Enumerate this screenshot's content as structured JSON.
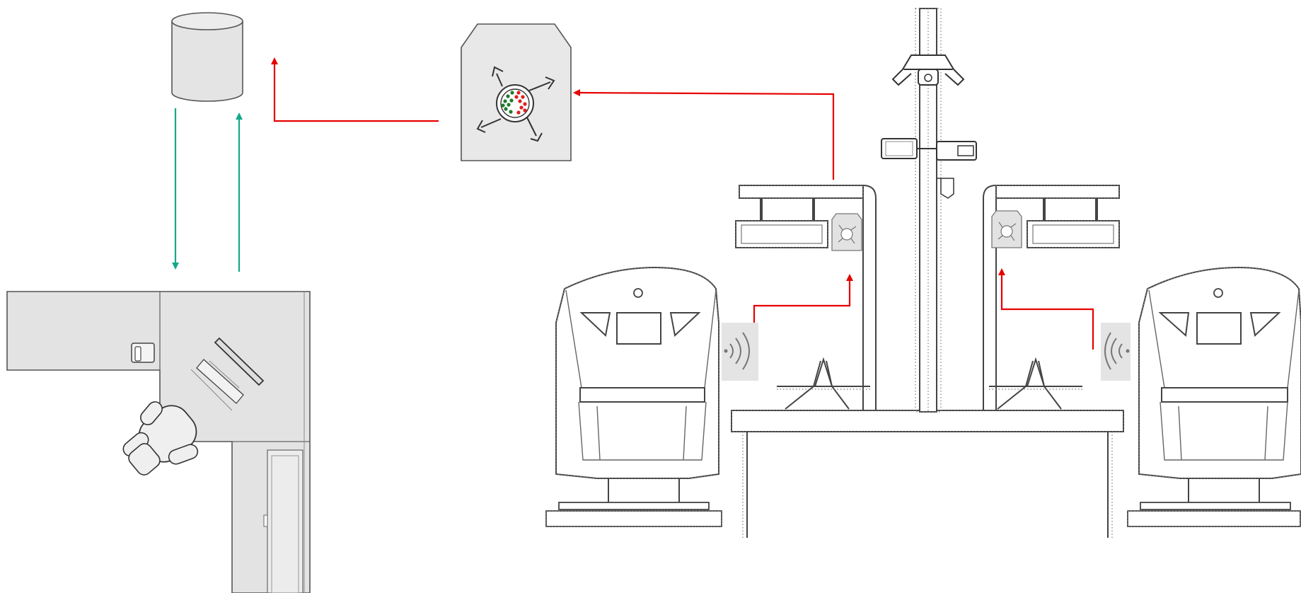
{
  "colors": {
    "data_flow": "#e60000",
    "sync_flow": "#14a88a",
    "device_fill": "#e6e6e6",
    "outline": "#444444",
    "dot_green": "#1f7a2a",
    "dot_red": "#e02020"
  },
  "icons": [
    "database-icon",
    "edge-analytics-node-icon",
    "operator-workstation-icon",
    "office-chair-icon",
    "desk-phone-icon",
    "computer-monitor-icon",
    "camera-pole-icon",
    "dome-camera-icon",
    "bullet-camera-icon",
    "ptz-camera-icon",
    "platform-canopy-icon",
    "edge-device-icon",
    "wireless-sensor-icon",
    "train-front-icon",
    "platform-bench-icon",
    "station-platform-icon"
  ],
  "connections": [
    {
      "from": "wireless-sensor-left",
      "to": "edge-device-left",
      "type": "data_flow"
    },
    {
      "from": "wireless-sensor-right",
      "to": "edge-device-right",
      "type": "data_flow"
    },
    {
      "from": "camera-pole",
      "to": "edge-analytics-node",
      "type": "data_flow"
    },
    {
      "from": "edge-analytics-node",
      "to": "database",
      "type": "data_flow"
    },
    {
      "from": "database",
      "to": "operator-workstation",
      "type": "sync_flow"
    },
    {
      "from": "operator-workstation",
      "to": "database",
      "type": "sync_flow"
    }
  ]
}
